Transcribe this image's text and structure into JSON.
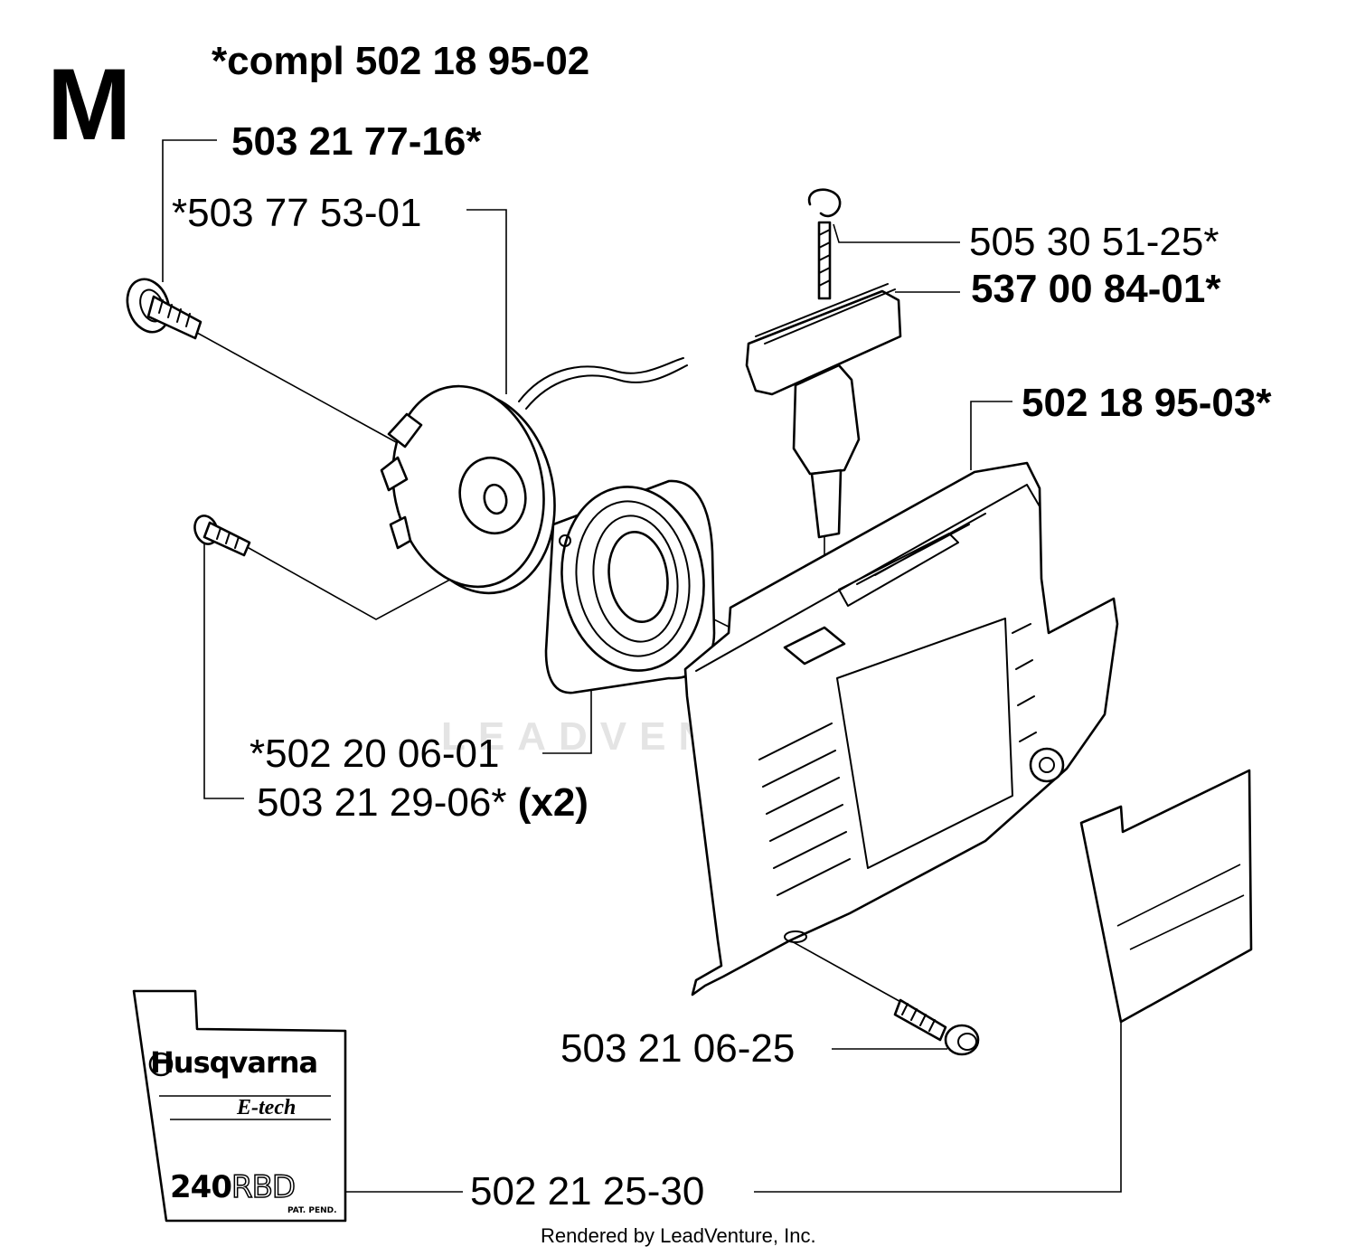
{
  "section_letter": "M",
  "header_part": "*compl 502 18 95-02",
  "parts": {
    "bolt_washer": "503 21 77-16*",
    "pulley": "*503 77 53-01",
    "cord": "505 30 51-25*",
    "handle": "537 00 84-01*",
    "cover": "502 18 95-03*",
    "spring_cassette": "*502 20 06-01",
    "screw": "503 21 29-06*",
    "screw_qty": "(x2)",
    "screw_bottom": "503 21 06-25",
    "decal": "502 21 25-30"
  },
  "decal": {
    "brand": "Husqvarna",
    "sub": "E-tech",
    "model_bold": "240",
    "model_outline": "RBD",
    "pat": "PAT. PEND."
  },
  "watermark": "LEADVENTURE",
  "credit": "Rendered by LeadVenture, Inc."
}
